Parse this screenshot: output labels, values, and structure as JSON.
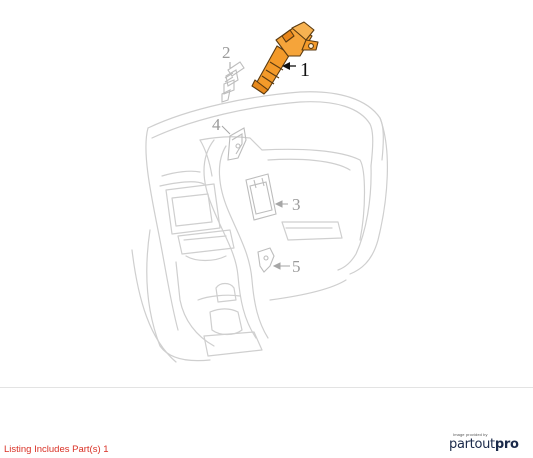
{
  "diagram": {
    "callouts": [
      {
        "number": "1",
        "highlighted": true
      },
      {
        "number": "2",
        "highlighted": false
      },
      {
        "number": "3",
        "highlighted": false
      },
      {
        "number": "4",
        "highlighted": false
      },
      {
        "number": "5",
        "highlighted": false
      }
    ],
    "colors": {
      "highlight_part": "#f39a2a",
      "highlight_outline": "#5a3a10",
      "ghost_lines": "#c9c9c9",
      "callout_ghost": "#9a9a9a",
      "callout_active": "#111111"
    }
  },
  "footer": {
    "listing_text": "Listing Includes Part(s) 1",
    "listing_color": "#d93025",
    "brand": {
      "caption": "Image provided by",
      "name_part1": "part",
      "name_part2": "out",
      "name_part3": "pro",
      "accent_color": "#f07c1e"
    }
  }
}
